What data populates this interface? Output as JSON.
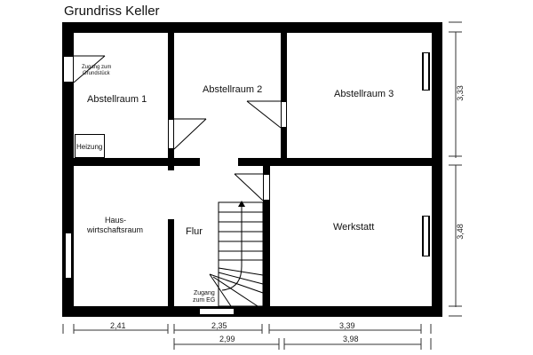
{
  "title": "Grundriss Keller",
  "rooms": {
    "abstellraum1": "Abstellraum 1",
    "abstellraum2": "Abstellraum 2",
    "abstellraum3": "Abstellraum 3",
    "hauswirtschaftsraum_line1": "Haus-",
    "hauswirtschaftsraum_line2": "wirtschaftsraum",
    "flur": "Flur",
    "werkstatt": "Werkstatt",
    "heizung": "Heizung"
  },
  "annotations": {
    "zugang_grundstueck_line1": "Zugang zum",
    "zugang_grundstueck_line2": "Grundstück",
    "zugang_eg_line1": "Zugang",
    "zugang_eg_line2": "zum EG"
  },
  "dimensions": {
    "bottom_row1": [
      "2,41",
      "2,35",
      "3,39"
    ],
    "bottom_row2": [
      "2,99",
      "3,98"
    ],
    "right": [
      "3,33",
      "3,48"
    ]
  },
  "colors": {
    "wall": "#000000",
    "background": "#ffffff",
    "dimension_line": "#333333"
  }
}
